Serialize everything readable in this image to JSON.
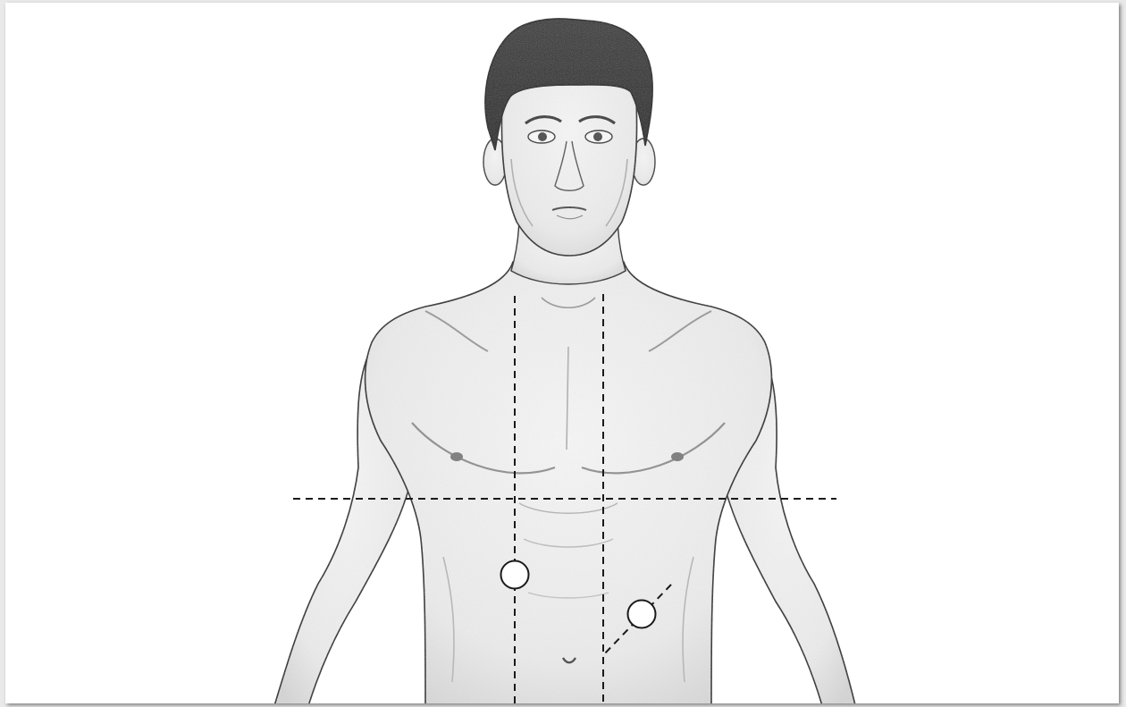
{
  "figure": {
    "subject": "male-torso-anterior-view",
    "style": "pencil-sketch",
    "overlay": {
      "horizontal_line": "dashed",
      "vertical_lines": 2,
      "diagonal_line": "dashed",
      "markers": [
        "port-circle",
        "port-circle"
      ]
    }
  },
  "colors": {
    "background": "#ffffff",
    "ink": "#1a1a1a",
    "hair": "#2b2b2b",
    "shade": "#8a8a8a",
    "frame": "#e9e9e9"
  }
}
